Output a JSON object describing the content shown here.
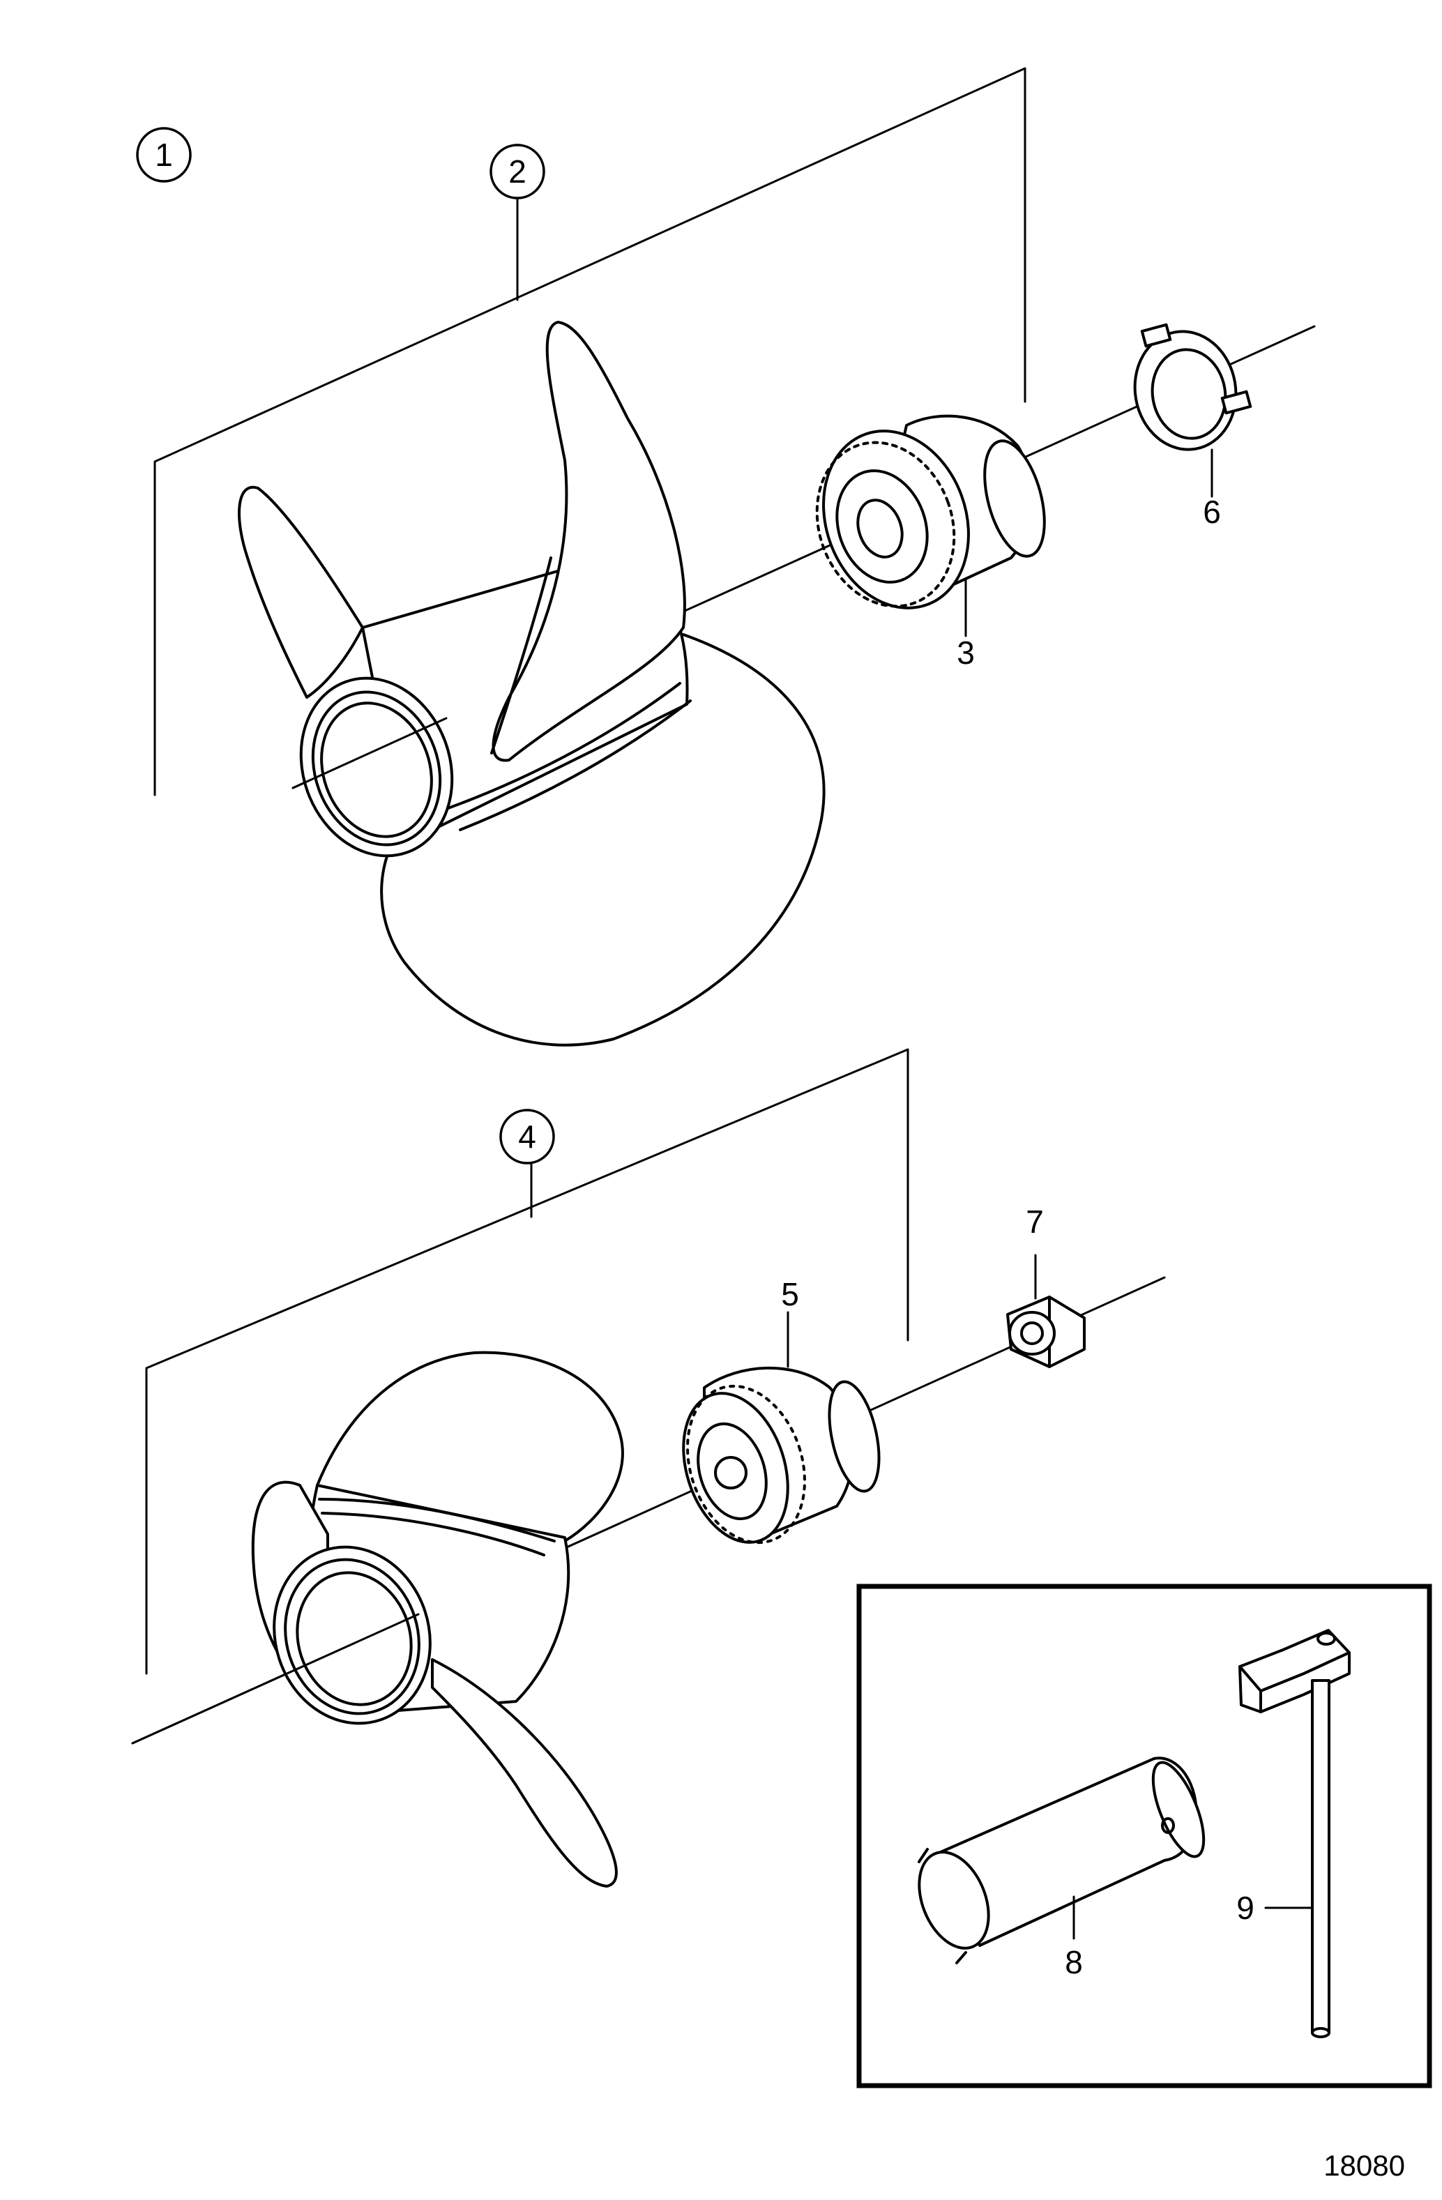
{
  "callouts": {
    "c1": "1",
    "c2": "2",
    "c3": "3",
    "c4": "4",
    "c5": "5",
    "c6": "6",
    "c7": "7",
    "c8": "8",
    "c9": "9"
  },
  "reference_number": "18080",
  "colors": {
    "line": "#000000",
    "background": "#ffffff"
  }
}
